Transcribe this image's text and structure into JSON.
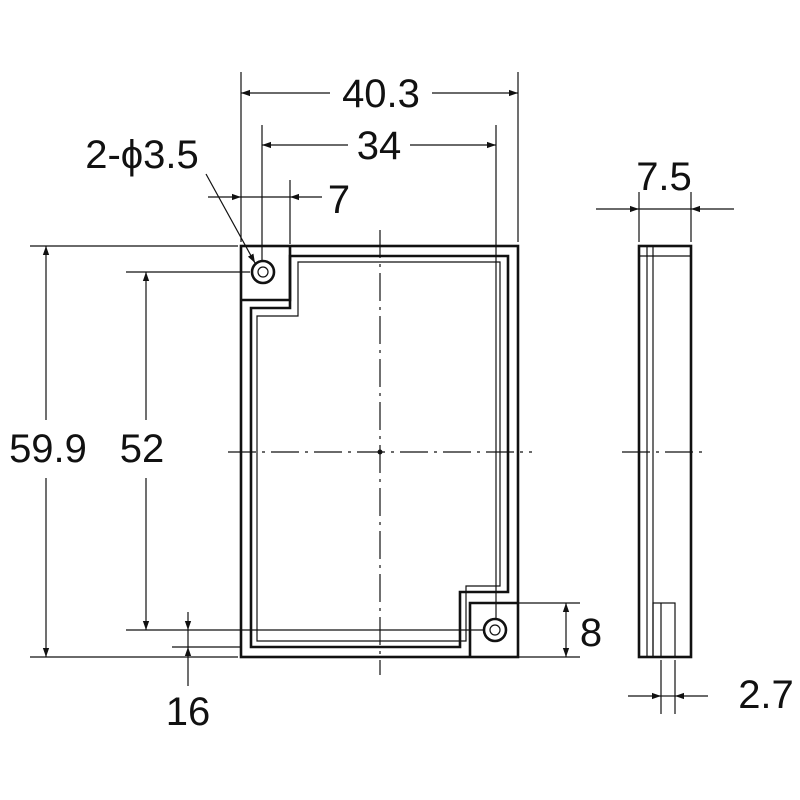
{
  "dimensions": {
    "overall_width": "40.3",
    "hole_pitch_width": "34",
    "hole_callout": "2-ϕ3.5",
    "hole_offset": "7",
    "overall_height": "59.9",
    "hole_pitch_height": "52",
    "bottom_offset": "16",
    "corner_height": "8",
    "side_thickness": "7.5",
    "side_step": "2.7"
  },
  "colors": {
    "line": "#111111",
    "background": "#ffffff"
  }
}
